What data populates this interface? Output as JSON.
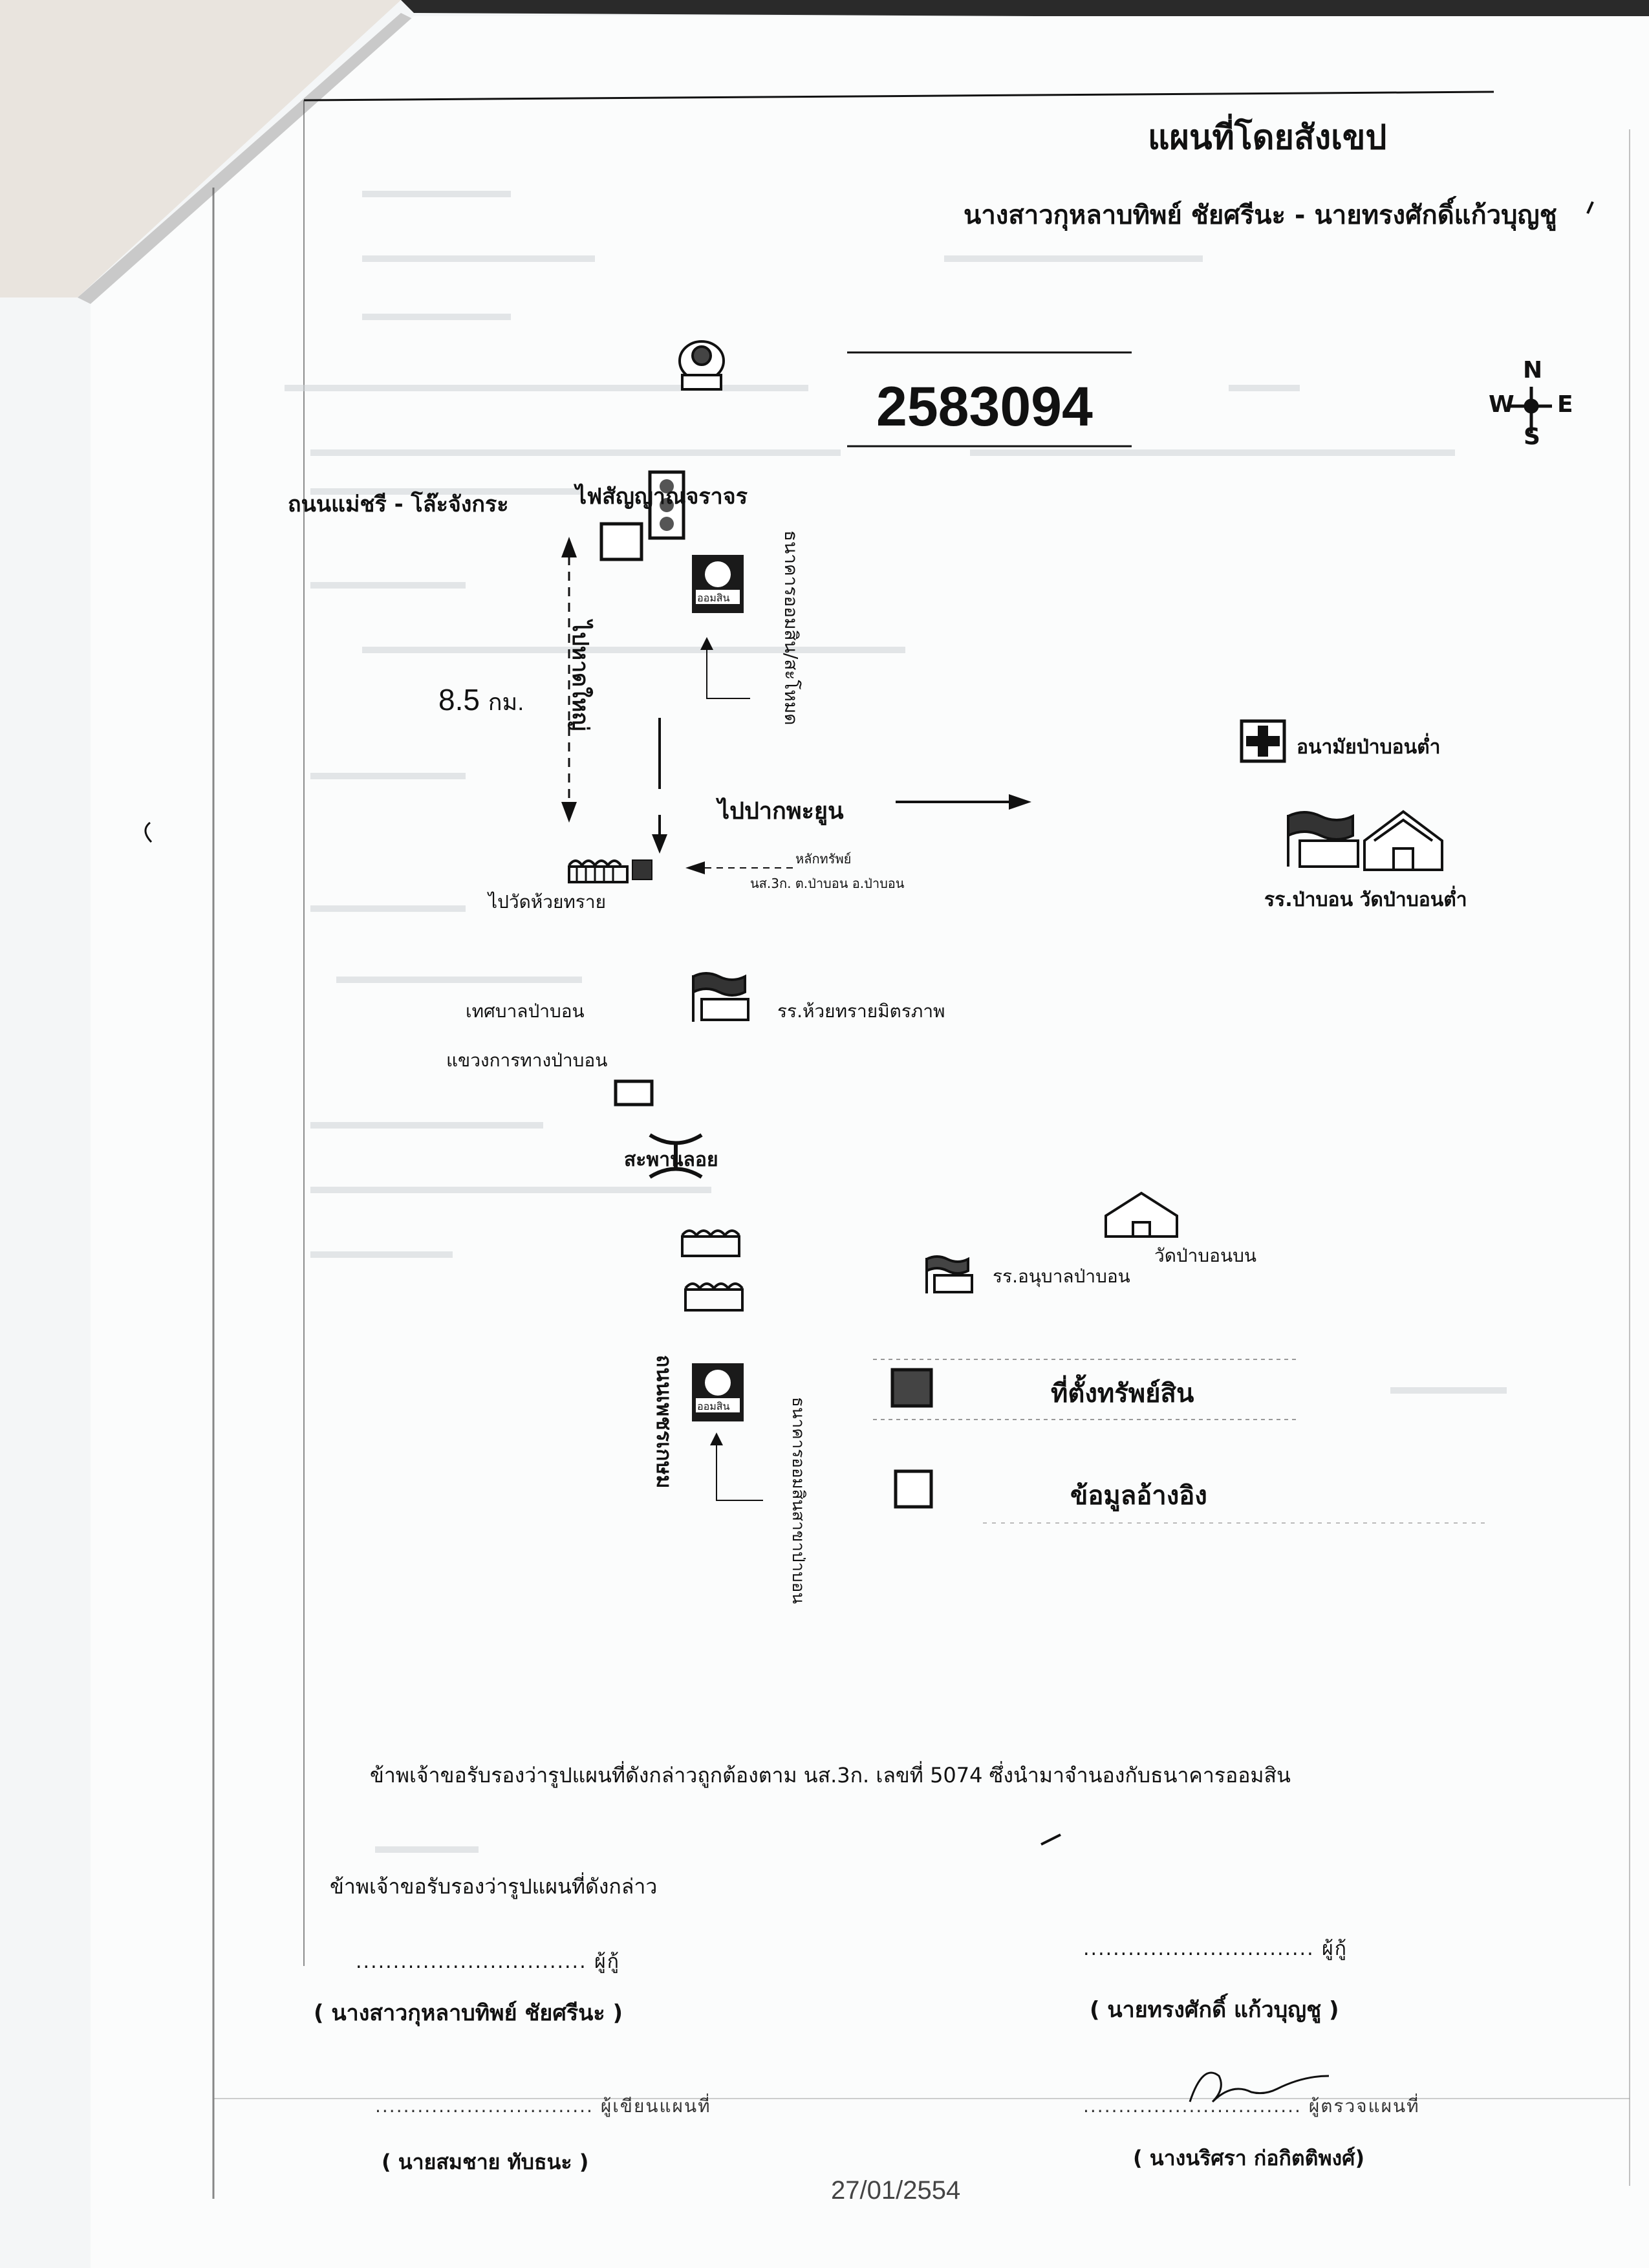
{
  "header": {
    "title": "แผนที่โดยสังเขป",
    "owners": "นางสาวกุหลาบทิพย์ ชัยศรีนะ - นายทรงศักดิ์แก้วบุญชู"
  },
  "document_number": "2583094",
  "compass": {
    "n": "N",
    "s": "S",
    "e": "E",
    "w": "W"
  },
  "map": {
    "road_mae_chari": "ถนนแม่ชรี - โล๊ะจังกระ",
    "traffic_light": "ไฟสัญญาณจราจร",
    "to_hat_yai": "ไปหาดใหญ่",
    "bank_branch_1": "ธนาคารออมสิน/สะโหมด",
    "distance_value": "8.5",
    "distance_unit": "กม.",
    "to_pak_phayun": "ไปปากพะยูน",
    "property_marker_label": "หลักทรัพย์",
    "property_marker_sub": "นส.3ก. ต.ป่าบอน อ.ป่าบอน",
    "to_wat_huai_sai": "ไปวัดห้วยทราย",
    "health_center": "อนามัยป่าบอนต่ำ",
    "school_and_temple": "รร.ป่าบอน วัดป่าบอนต่ำ",
    "municipality": "เทศบาลป่าบอน",
    "school_huai_sai": "รร.ห้วยทรายมิตรภาพ",
    "highway_district": "แขวงการทางป่าบอน",
    "floating_bridge": "สะพานลอย",
    "temple_pa_bon_bon": "วัดป่าบอนบน",
    "kindergarten": "รร.อนุบาลป่าบอน",
    "road_phet_kasem": "ถนนเพชรเกษม",
    "bank_branch_2": "ธนาคารออมสินสาขาป่าบอน",
    "bank_icon_text": "ออมสิน",
    "legend_property": "ที่ตั้งทรัพย์สิน",
    "legend_reference": "ข้อมูลอ้างอิง"
  },
  "certification": {
    "main_statement": "ข้าพเจ้าขอรับรองว่ารูปแผนที่ดังกล่าวถูกต้องตาม นส.3ก. เลขที่ 5074 ซึ่งนำมาจำนองกับธนาคารออมสิน",
    "sub_statement": "ข้าพเจ้าขอรับรองว่ารูปแผนที่ดังกล่าว"
  },
  "signatures": {
    "dots": "...............................",
    "borrower_role": "ผู้กู้",
    "borrower1_name": "( นางสาวกุหลาบทิพย์ ชัยศรีนะ )",
    "borrower2_name": "( นายทรงศักดิ์ แก้วบุญชู )",
    "map_writer_role": "ผู้เขียนแผนที่",
    "map_writer_name": "( นายสมชาย ทับธนะ )",
    "map_checker_role": "ผู้ตรวจแผนที่",
    "map_checker_name": "( นางนริศรา ก่อกิตติพงศ์)"
  },
  "date": "27/01/2554"
}
